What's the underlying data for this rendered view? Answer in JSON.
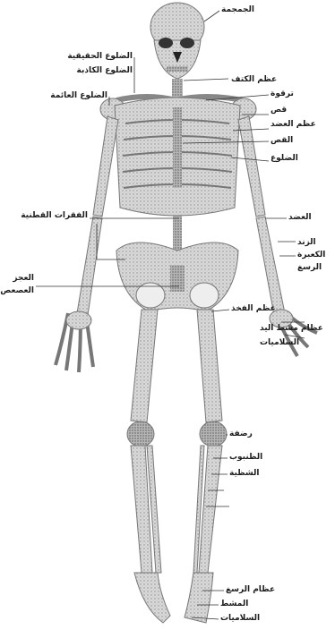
{
  "labels_left": [
    {
      "key": "ribs_true",
      "text": "الضلوع الحقيقية"
    },
    {
      "key": "ribs_false",
      "text": "الضلوع الكاذبة"
    },
    {
      "key": "ribs_floating",
      "text": "الضلوع العائمة"
    },
    {
      "key": "vertebrae_lumbar",
      "text": "الفقرات القطنية"
    },
    {
      "key": "sacrum",
      "text": "العجز"
    },
    {
      "key": "coccyx",
      "text": "العصعص"
    }
  ],
  "labels_right": [
    {
      "key": "skull",
      "text": "الجمجمة"
    },
    {
      "key": "shoulder_blade",
      "text": "عظم الكتف"
    },
    {
      "key": "clavicle",
      "text": "ترقوة"
    },
    {
      "key": "scapula",
      "text": "قص"
    },
    {
      "key": "humerus",
      "text": "عظم العضد"
    },
    {
      "key": "sternum",
      "text": "القص"
    },
    {
      "key": "ribs",
      "text": "الضلوع"
    },
    {
      "key": "radius_label",
      "text": "العضد"
    },
    {
      "key": "ulna",
      "text": "الزند"
    },
    {
      "key": "radius",
      "text": "الكعبرة"
    },
    {
      "key": "carpal",
      "text": "الرسغ"
    },
    {
      "key": "femur",
      "text": "عظم الفخذ"
    },
    {
      "key": "metacarpals",
      "text": "عظام مشط اليد"
    },
    {
      "key": "phalanges_hand",
      "text": "السلاميات"
    },
    {
      "key": "patella",
      "text": "رضفة"
    },
    {
      "key": "tibia",
      "text": "الظنبوب"
    },
    {
      "key": "fibula",
      "text": "الشظية"
    },
    {
      "key": "tarsals",
      "text": "عظام الرسغ"
    },
    {
      "key": "metatarsals",
      "text": "المشط"
    },
    {
      "key": "phalanges_foot",
      "text": "السلاميات"
    }
  ]
}
